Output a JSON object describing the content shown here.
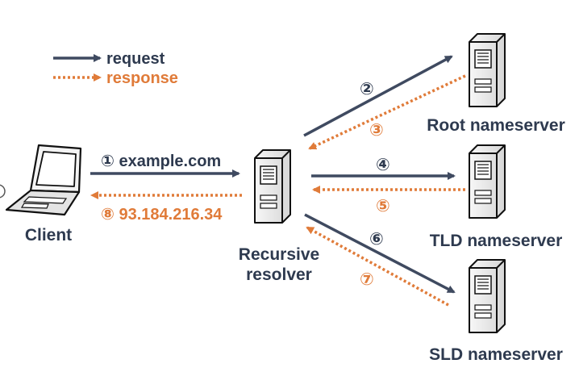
{
  "colors": {
    "request": "#3f4a60",
    "response": "#e07b39",
    "text_dark": "#2e3a4f",
    "server_body": "#eeeeee",
    "outline": "#111111"
  },
  "legend": {
    "request_label": "request",
    "response_label": "response"
  },
  "nodes": {
    "client": {
      "label": "Client",
      "icon": "laptop-icon"
    },
    "resolver": {
      "label_line1": "Recursive",
      "label_line2": "resolver",
      "icon": "server-icon"
    },
    "root": {
      "label": "Root nameserver",
      "icon": "server-icon"
    },
    "tld": {
      "label": "TLD nameserver",
      "icon": "server-icon"
    },
    "sld": {
      "label": "SLD nameserver",
      "icon": "server-icon"
    }
  },
  "steps": {
    "s1": "① example.com",
    "s2": "②",
    "s3": "③",
    "s4": "④",
    "s5": "⑤",
    "s6": "⑥",
    "s7": "⑦",
    "s8": "⑧ 93.184.216.34"
  }
}
